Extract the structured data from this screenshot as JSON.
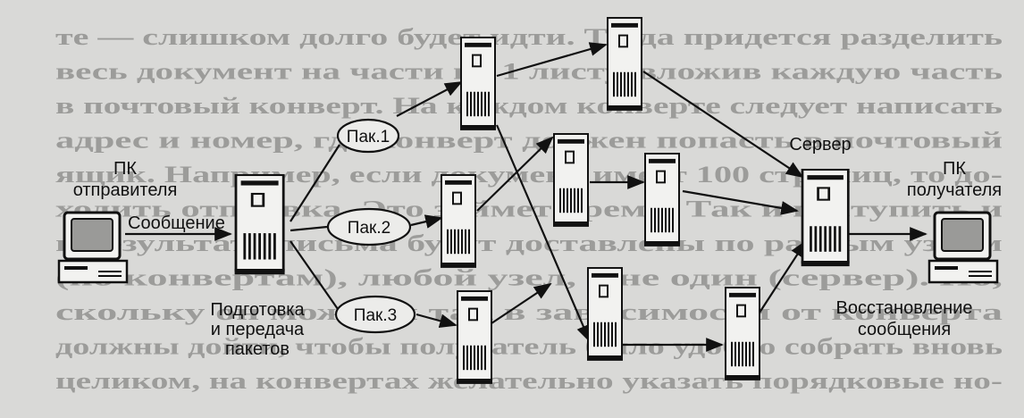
{
  "labels": {
    "sender": [
      "ПК",
      "отправителя"
    ],
    "message": "Сообщение",
    "prepare": [
      "Подготовка",
      "и передача",
      "пакетов"
    ],
    "server": "Сервер",
    "receiver": [
      "ПК",
      "получателя"
    ],
    "restore": [
      "Восстановление",
      "сообщения"
    ]
  },
  "packets": [
    "Пак.1",
    "Пак.2",
    "Пак.3"
  ],
  "background_text": [
    "те — слишком долго будет идти. Тогда придется разделить",
    "весь документ на части по 1 листу, вложив каждую часть",
    "в почтовый конверт. На каждом конверте следует написать",
    "адрес и номер, где конверт должен попасть в почтовый",
    "ящик. Например, если документ имеет 100 страниц, то до-",
    "ходить отправка. Это займет время. Так и поступить и",
    "в результате письма будут доставлены по разным узлам",
    "(по конвертам), любой узел, а не один (сервер). Но,",
    "скольку он может и так в зависимости от конверта",
    "должны дойти, чтобы получатель было удобно собрать вновь",
    "целиком, на конвертах желательно указать порядковые но-"
  ]
}
